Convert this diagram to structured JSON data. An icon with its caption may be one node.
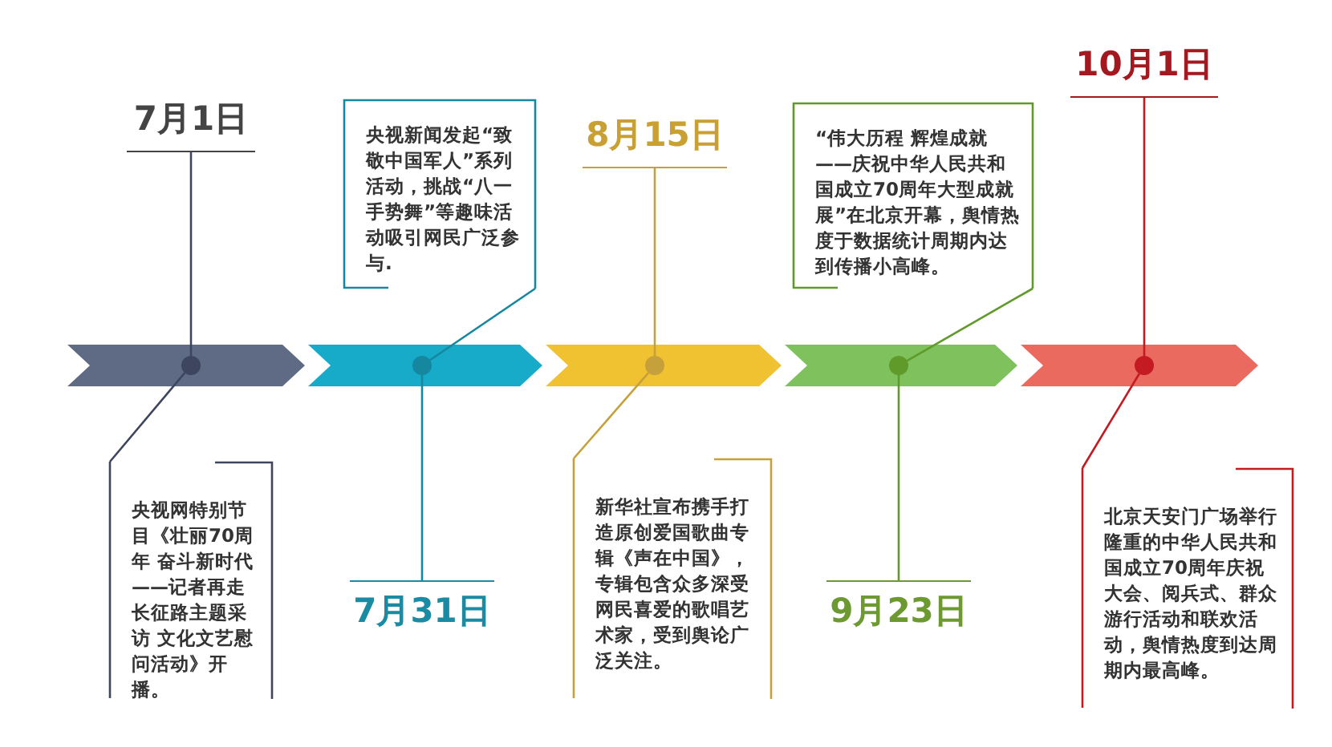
{
  "diagram": {
    "nodes": [
      {
        "text": [],
        "shape": "chevron"
      },
      {
        "text": [],
        "shape": "circle",
        "in": 0
      },
      {
        "text": [
          "7月1日"
        ]
      },
      {
        "text": [
          "央视网特别节目《壮丽70周年 奋斗新时代——记者再走长征路主题采访 文化文艺慰问活动》开播。"
        ]
      },
      {
        "text": [],
        "shape": "chevron"
      },
      {
        "text": [],
        "shape": "circle",
        "in": 4
      },
      {
        "text": [
          "央视新闻发起“致敬中国军人”系列活动，挑战“八一手势舞”等趣味活动吸引网民广泛参与."
        ]
      },
      {
        "text": [
          "7月31日"
        ]
      },
      {
        "text": [],
        "shape": "chevron"
      },
      {
        "text": [],
        "shape": "circle",
        "in": 8
      },
      {
        "text": [
          "8月15日"
        ]
      },
      {
        "text": [
          "新华社宣布携手打造原创爱国歌曲专辑《声在中国》，专辑包含众多深受网民喜爱的歌唱艺术家，受到舆论广泛关注。"
        ]
      },
      {
        "text": [],
        "shape": "chevron"
      },
      {
        "text": [],
        "shape": "circle",
        "in": 12
      },
      {
        "text": [
          "“伟大历程 辉煌成就——庆祝中华人民共和国成立70周年大型成就展”在北京开幕，舆情热度于数据统计周期内达到传播小高峰。"
        ]
      },
      {
        "text": [
          "9月23日"
        ]
      },
      {
        "text": [],
        "shape": "chevron"
      },
      {
        "text": [],
        "shape": "circle",
        "in": 16
      },
      {
        "text": [
          "10月1日"
        ]
      },
      {
        "text": [
          "北京天安门广场举行隆重的中华人民共和国成立70周年庆祝大会、阅兵式、群众游行活动和联欢活动，舆情热度到达周期内最高峰。"
        ]
      }
    ],
    "edges": [
      {
        "from": 2,
        "to": 1,
        "arrow": "none",
        "color": "#3d465e"
      },
      {
        "from": 3,
        "to": 1,
        "arrow": "none",
        "color": "#3d465e"
      },
      {
        "from": 6,
        "to": 5,
        "arrow": "none",
        "color": "#15879f"
      },
      {
        "from": 7,
        "to": 5,
        "arrow": "none",
        "color": "#15879f"
      },
      {
        "from": 10,
        "to": 9,
        "arrow": "none",
        "color": "#c6a03a"
      },
      {
        "from": 11,
        "to": 9,
        "arrow": "none",
        "color": "#c6a03a"
      },
      {
        "from": 14,
        "to": 13,
        "arrow": "none",
        "color": "#5f9a2a"
      },
      {
        "from": 15,
        "to": 13,
        "arrow": "none",
        "color": "#5f9a2a"
      },
      {
        "from": 18,
        "to": 17,
        "arrow": "none",
        "color": "#c41a22"
      },
      {
        "from": 19,
        "to": 17,
        "arrow": "none",
        "color": "#c41a22"
      }
    ]
  }
}
